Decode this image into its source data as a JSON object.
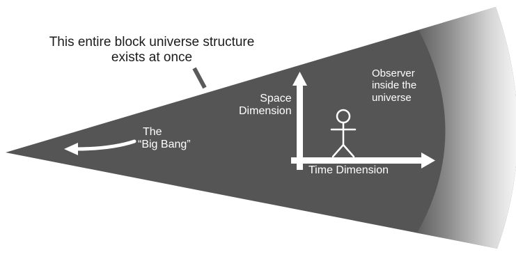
{
  "diagram": {
    "caption_lines": [
      "This entire block universe structure",
      "exists at once"
    ],
    "big_bang_lines": [
      "The",
      "“Big Bang”"
    ],
    "space_axis_lines": [
      "Space",
      "Dimension"
    ],
    "time_axis_label": "Time Dimension",
    "observer_lines": [
      "Observer",
      "inside the",
      "universe"
    ],
    "colors": {
      "cone_fill": "#555555",
      "rim_light": "#f2f2f2",
      "arrow": "#ffffff",
      "pointer": "#5a5a5a",
      "caption_text": "#1a1a1a"
    },
    "icons": [
      "stick-figure-icon",
      "left-arrow-icon",
      "up-arrow-icon",
      "right-arrow-icon"
    ]
  }
}
